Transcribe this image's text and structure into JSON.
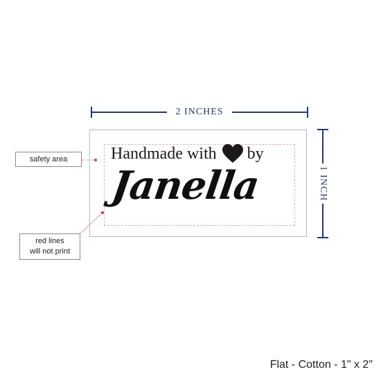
{
  "dimensions": {
    "width_label": "2 INCHES",
    "height_label": "1 INCH"
  },
  "label": {
    "line1_before": "Handmade with",
    "line1_after": "by",
    "line2": "Janella",
    "heart_icon": "heart-icon"
  },
  "callouts": {
    "safety_area": "safety area",
    "red_lines_line1": "red lines",
    "red_lines_line2": "will not print"
  },
  "caption": "Flat - Cotton - 1\" x 2\"",
  "colors": {
    "dimension": "#26386b",
    "safety_line": "#f0a6c3",
    "connector_dot": "#c0395f"
  }
}
